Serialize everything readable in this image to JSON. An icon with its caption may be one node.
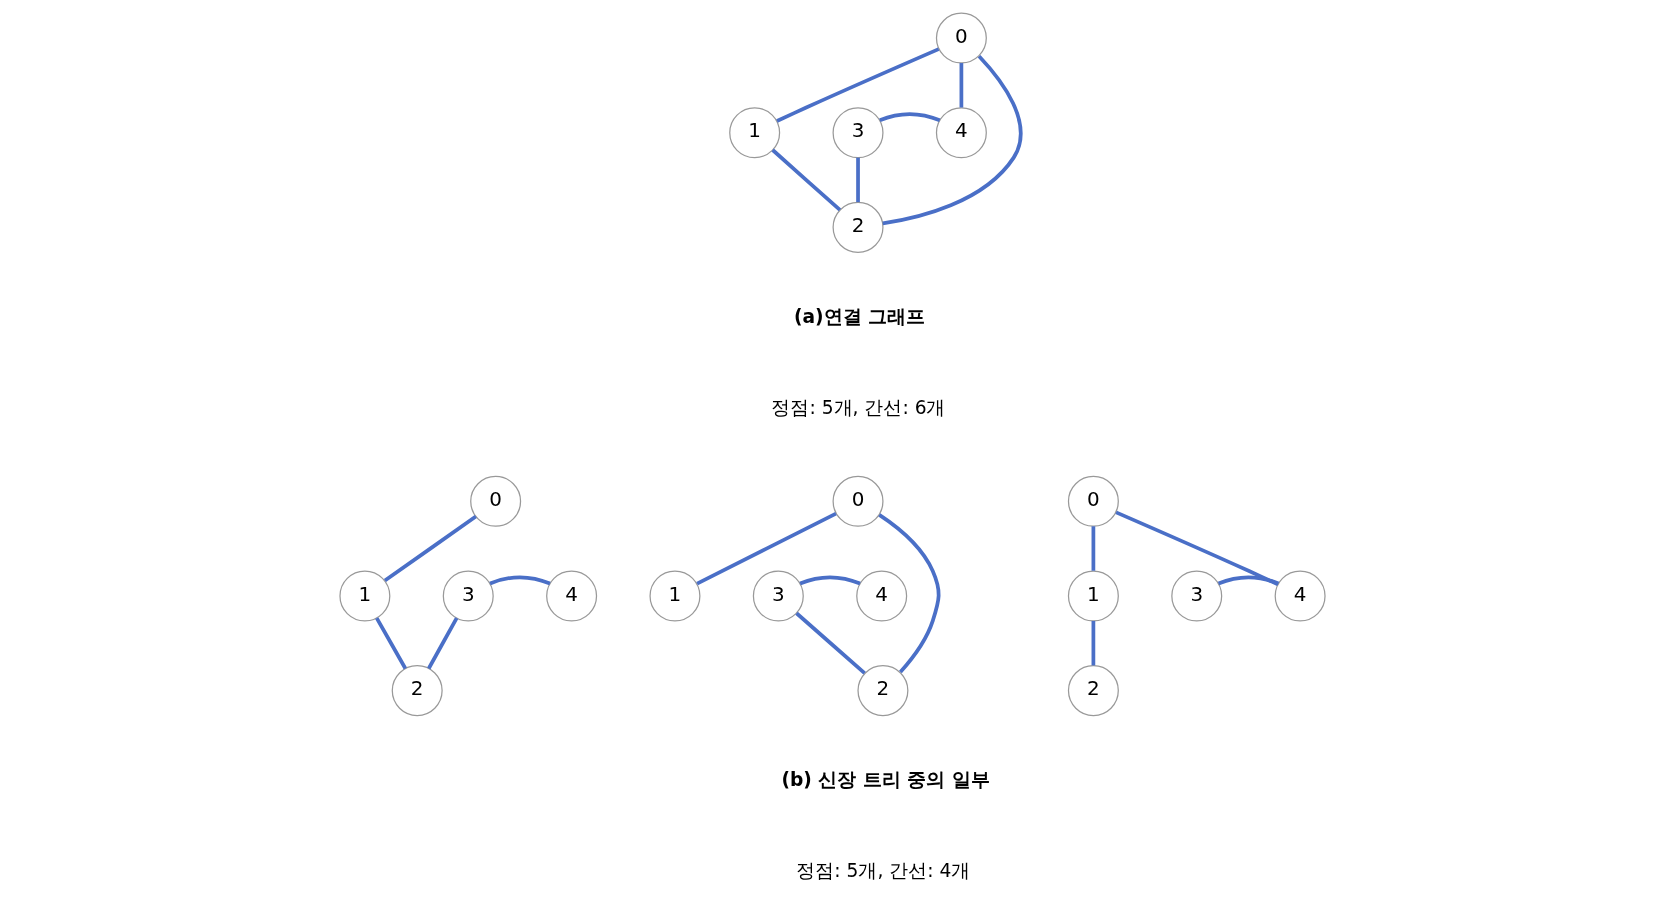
{
  "diagram": {
    "nodes": [
      {
        "text": [
          "0"
        ]
      },
      {
        "text": [
          "1"
        ]
      },
      {
        "text": [
          "2"
        ]
      },
      {
        "text": [
          "3"
        ]
      },
      {
        "text": [
          "4"
        ]
      },
      {
        "text": [
          "0"
        ]
      },
      {
        "text": [
          "1"
        ]
      },
      {
        "text": [
          "2"
        ]
      },
      {
        "text": [
          "3"
        ]
      },
      {
        "text": [
          "4"
        ]
      },
      {
        "text": [
          "0"
        ]
      },
      {
        "text": [
          "1"
        ]
      },
      {
        "text": [
          "2"
        ]
      },
      {
        "text": [
          "3"
        ]
      },
      {
        "text": [
          "4"
        ]
      },
      {
        "text": [
          "0"
        ]
      },
      {
        "text": [
          "1"
        ]
      },
      {
        "text": [
          "2"
        ]
      },
      {
        "text": [
          "3"
        ]
      },
      {
        "text": [
          "4"
        ]
      }
    ],
    "edges": [
      {
        "from": 0,
        "to": 1,
        "arrow": "none"
      },
      {
        "from": 0,
        "to": 2,
        "arrow": "none"
      },
      {
        "from": 0,
        "to": 4,
        "arrow": "none"
      },
      {
        "from": 1,
        "to": 2,
        "arrow": "none"
      },
      {
        "from": 2,
        "to": 3,
        "arrow": "none"
      },
      {
        "from": 3,
        "to": 4,
        "arrow": "none"
      },
      {
        "from": 5,
        "to": 6,
        "arrow": "none"
      },
      {
        "from": 6,
        "to": 7,
        "arrow": "none"
      },
      {
        "from": 7,
        "to": 8,
        "arrow": "none"
      },
      {
        "from": 8,
        "to": 9,
        "arrow": "none"
      },
      {
        "from": 10,
        "to": 11,
        "arrow": "none"
      },
      {
        "from": 10,
        "to": 12,
        "arrow": "none"
      },
      {
        "from": 12,
        "to": 13,
        "arrow": "none"
      },
      {
        "from": 13,
        "to": 14,
        "arrow": "none"
      },
      {
        "from": 15,
        "to": 16,
        "arrow": "none"
      },
      {
        "from": 15,
        "to": 19,
        "arrow": "none"
      },
      {
        "from": 16,
        "to": 17,
        "arrow": "none"
      },
      {
        "from": 18,
        "to": 19,
        "arrow": "none"
      }
    ],
    "labels": [
      "(a)연결 그래프",
      "정점: 5개, 간선: 6개",
      "(b) 신장 트리 중의 일부",
      "정점: 5개, 간선: 4개"
    ]
  }
}
